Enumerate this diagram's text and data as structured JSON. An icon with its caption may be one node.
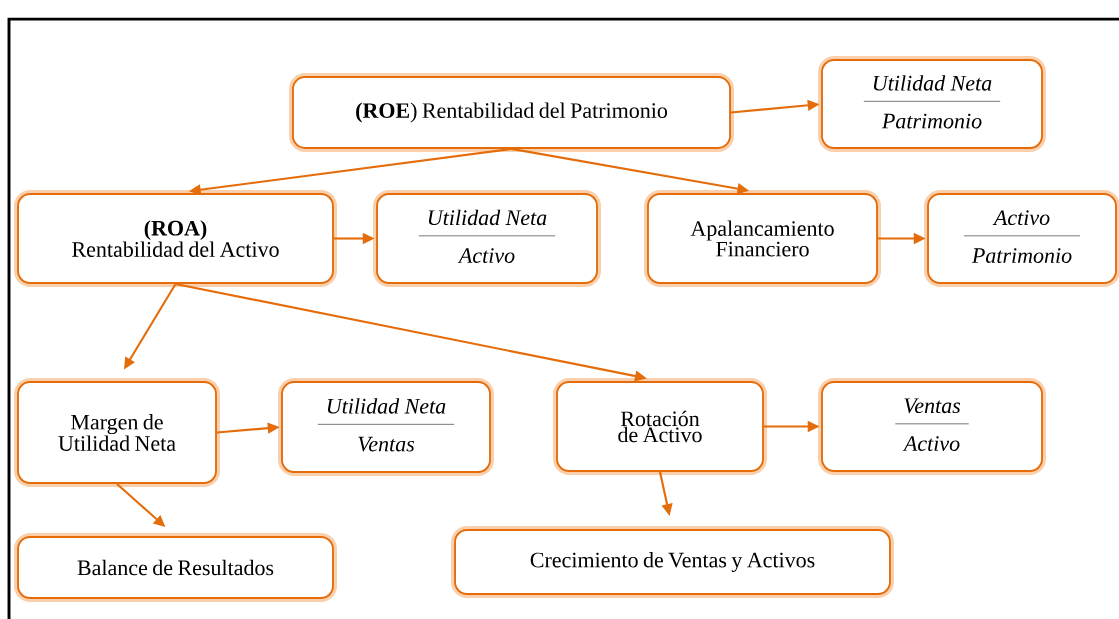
{
  "diagram": {
    "nodes": [
      {
        "text": [
          "**(ROE**) Rentabilidad del Patrimonio"
        ]
      },
      {
        "text": [
          "Utilidad Neta",
          "Patrimonio"
        ]
      },
      {
        "text": [
          "(ROA)",
          "Rentabilidad del Activo"
        ]
      },
      {
        "text": [
          "Utilidad Neta",
          "Activo"
        ]
      },
      {
        "text": [
          "Apalancamiento Financiero"
        ]
      },
      {
        "text": [
          "Activo",
          "Patrimonio"
        ]
      },
      {
        "text": [
          "Margen de Utilidad Neta"
        ]
      },
      {
        "text": [
          "Utilidad Neta",
          "Ventas"
        ]
      },
      {
        "text": [
          "Rotación de Activo"
        ]
      },
      {
        "text": [
          "Ventas",
          "Activo"
        ]
      },
      {
        "text": [
          "Balance de Resultados"
        ]
      },
      {
        "text": [
          "Crecimiento de Ventas y Activos"
        ]
      }
    ],
    "edges": [
      {
        "from": 0,
        "to": 1,
        "arrow": "to"
      },
      {
        "from": 0,
        "to": 2,
        "arrow": "to"
      },
      {
        "from": 0,
        "to": 4,
        "arrow": "to"
      },
      {
        "from": 2,
        "to": 3,
        "arrow": "to"
      },
      {
        "from": 4,
        "to": 5,
        "arrow": "to"
      },
      {
        "from": 2,
        "to": 6,
        "arrow": "to"
      },
      {
        "from": 2,
        "to": 8,
        "arrow": "to"
      },
      {
        "from": 6,
        "to": 7,
        "arrow": "to"
      },
      {
        "from": 8,
        "to": 9,
        "arrow": "to"
      },
      {
        "from": 6,
        "to": 10,
        "arrow": "to"
      },
      {
        "from": 8,
        "to": 11,
        "arrow": "to"
      }
    ]
  }
}
